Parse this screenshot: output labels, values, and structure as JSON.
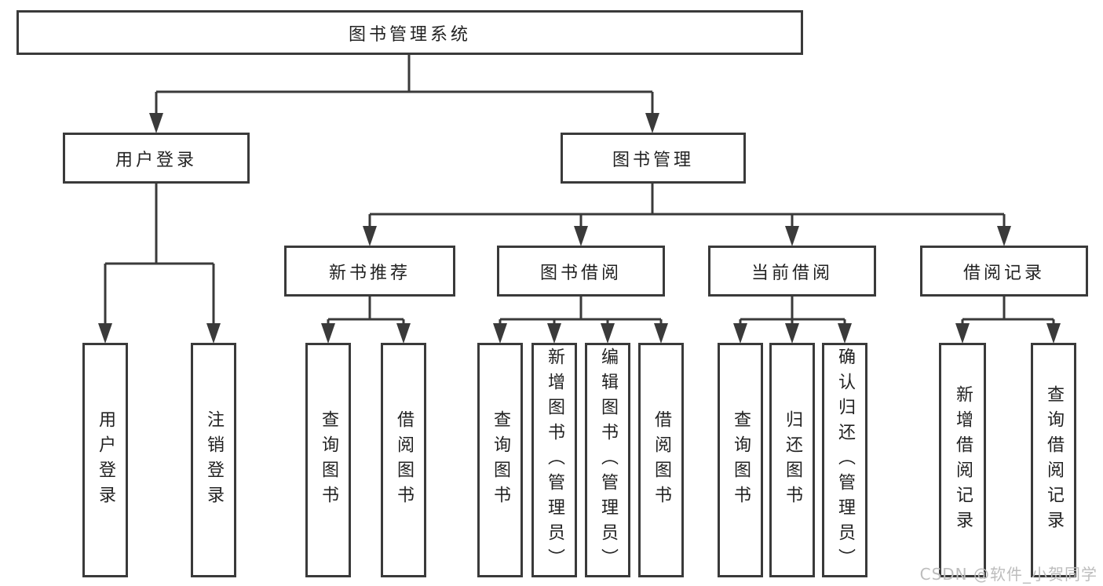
{
  "diagram": {
    "type": "tree",
    "title": "图书管理系统",
    "colors": {
      "line": "#3a3a3a",
      "box_border": "#3a3a3a",
      "text": "#222222",
      "background": "#ffffff",
      "watermark": "#bdbdbd"
    },
    "tree": {
      "label": "图书管理系统",
      "children": [
        {
          "label": "用户登录",
          "children": [
            {
              "label": "用户登录"
            },
            {
              "label": "注销登录"
            }
          ]
        },
        {
          "label": "图书管理",
          "children": [
            {
              "label": "新书推荐",
              "children": [
                {
                  "label": "查询图书"
                },
                {
                  "label": "借阅图书"
                }
              ]
            },
            {
              "label": "图书借阅",
              "children": [
                {
                  "label": "查询图书"
                },
                {
                  "label": "新增图书（管理员）"
                },
                {
                  "label": "编辑图书（管理员）"
                },
                {
                  "label": "借阅图书"
                }
              ]
            },
            {
              "label": "当前借阅",
              "children": [
                {
                  "label": "查询图书"
                },
                {
                  "label": "归还图书"
                },
                {
                  "label": "确认归还（管理员）"
                }
              ]
            },
            {
              "label": "借阅记录",
              "children": [
                {
                  "label": "新增借阅记录"
                },
                {
                  "label": "查询借阅记录"
                }
              ]
            }
          ]
        }
      ]
    }
  },
  "watermark": {
    "text": "CSDN @软件_小贺同学"
  }
}
